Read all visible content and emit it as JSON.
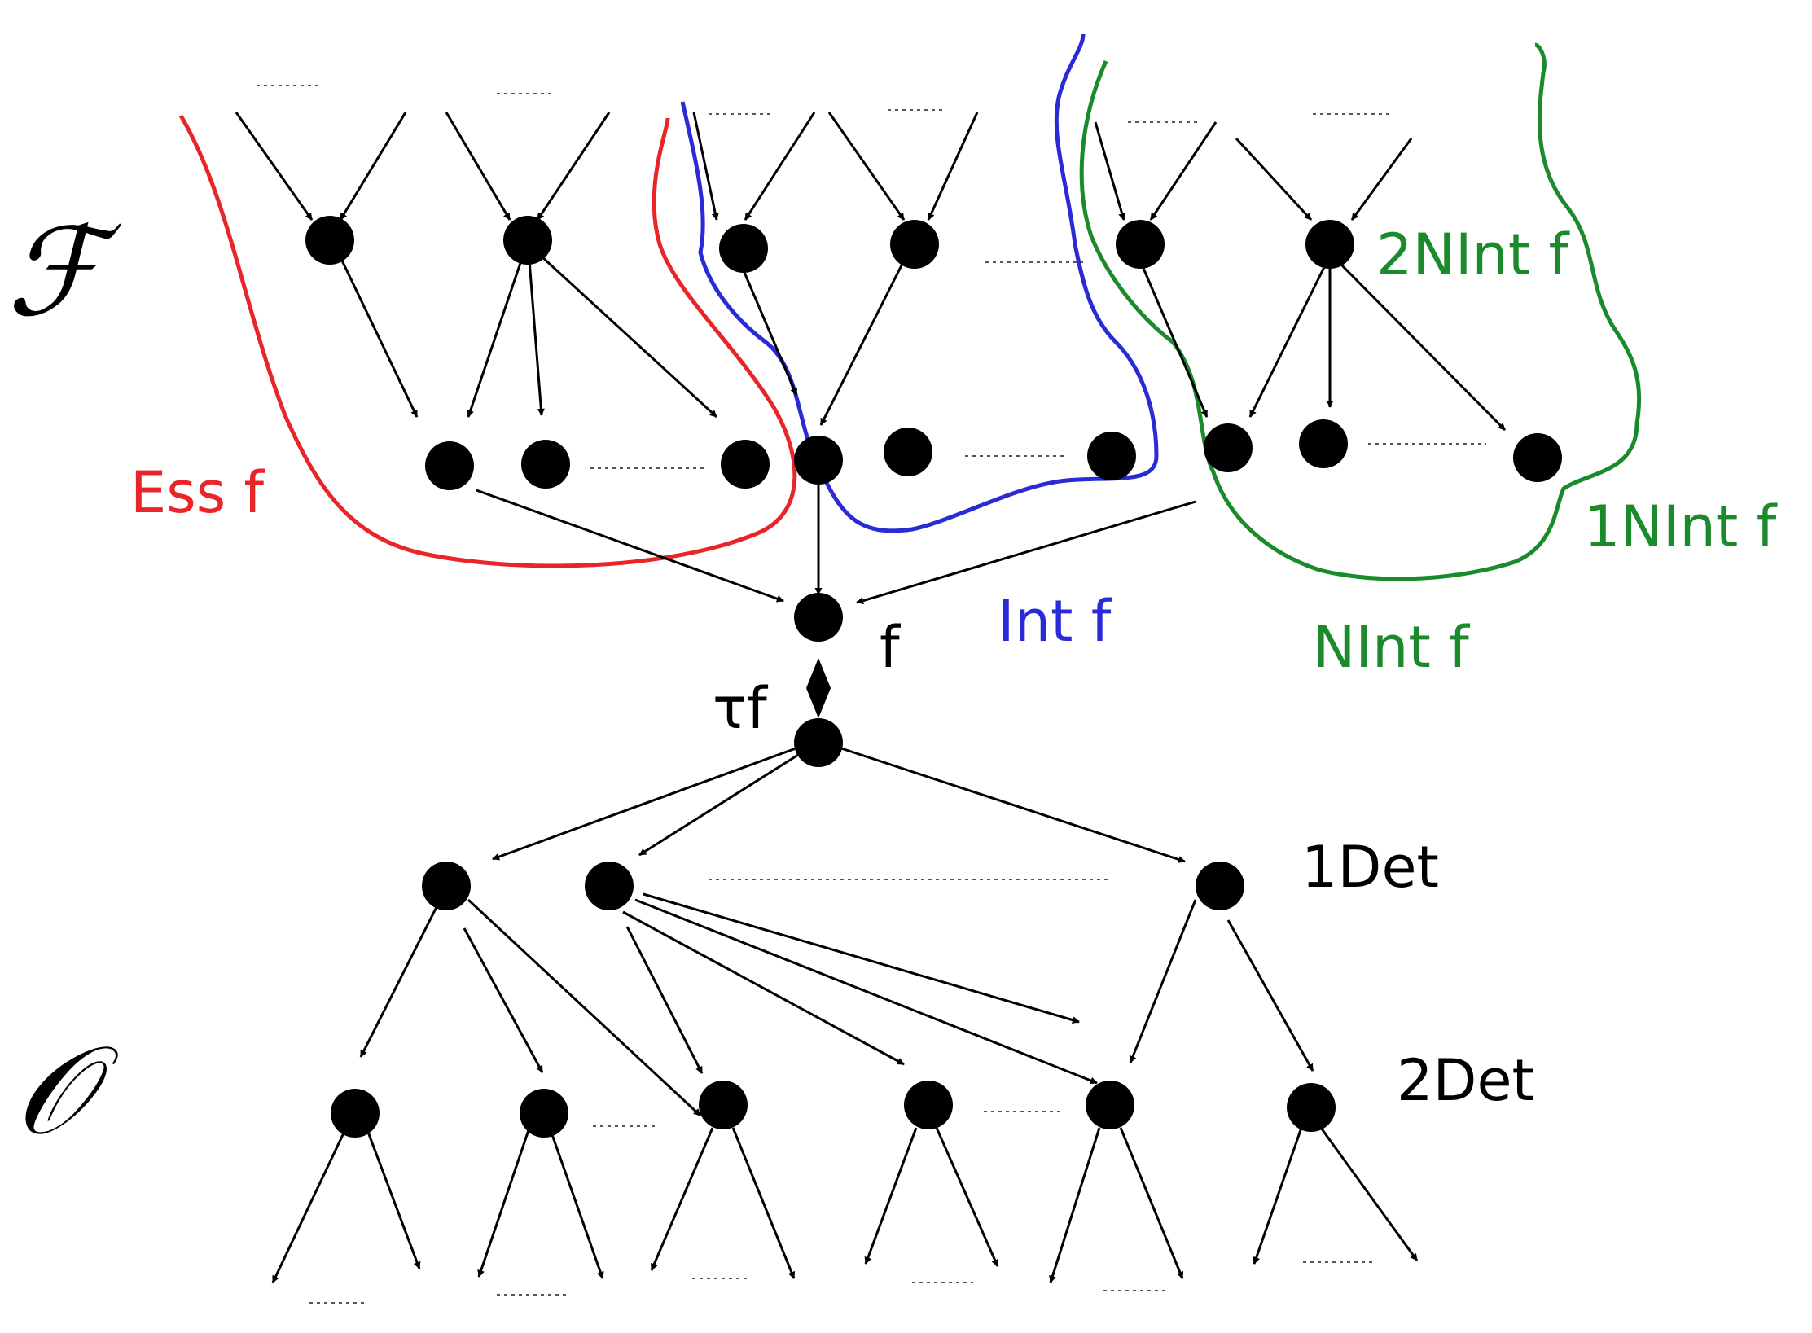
{
  "symbols": {
    "upper_set": "ℱ",
    "lower_set": "𝒪"
  },
  "labels": {
    "ess": "Ess f",
    "int": "Int f",
    "nint": "NInt f",
    "nint1": "1NInt f",
    "nint2": "2NInt f",
    "f": "f",
    "tau_f": "τf",
    "det1": "1Det",
    "det2": "2Det"
  },
  "colors": {
    "ess": "#e8262a",
    "int": "#2a2ad6",
    "nint": "#1b8a2a",
    "node": "#000000",
    "edge": "#000000"
  }
}
